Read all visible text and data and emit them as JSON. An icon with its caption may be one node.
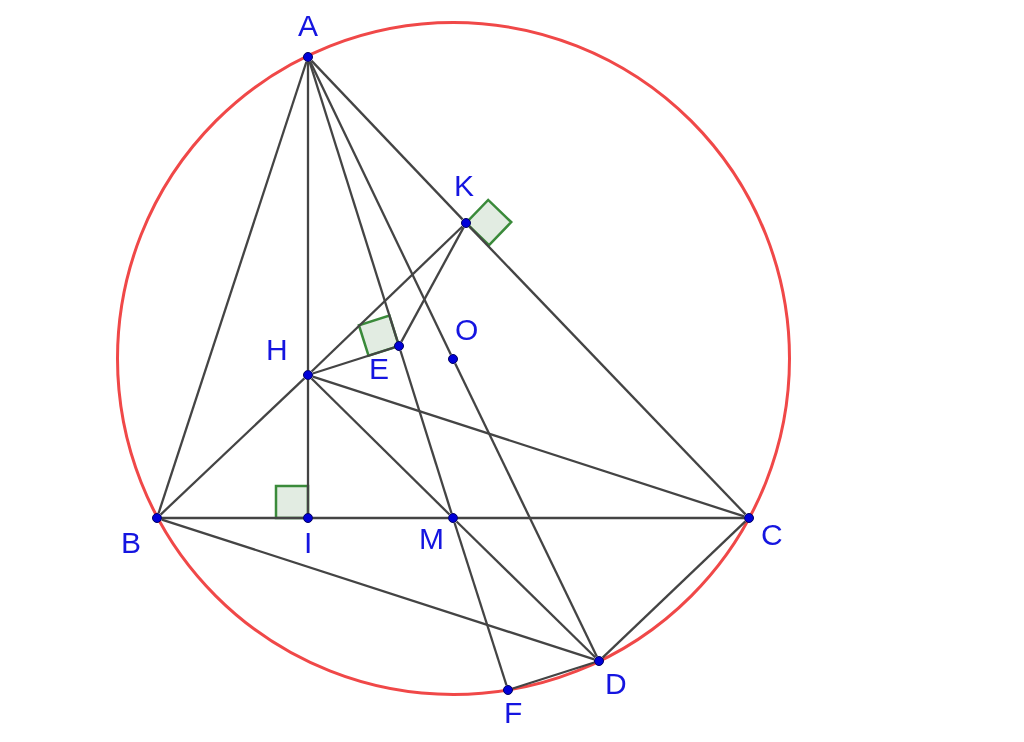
{
  "diagram": {
    "nodes": [
      {
        "text": [
          "A"
        ]
      },
      {
        "text": [
          "K"
        ]
      },
      {
        "text": [
          "O"
        ]
      },
      {
        "text": [
          "H"
        ]
      },
      {
        "text": [
          "E"
        ]
      },
      {
        "text": [
          "B"
        ]
      },
      {
        "text": [
          "I"
        ]
      },
      {
        "text": [
          "M"
        ]
      },
      {
        "text": [
          "C"
        ]
      },
      {
        "text": [
          "D"
        ]
      },
      {
        "text": [
          "F"
        ]
      }
    ],
    "edges": [
      {
        "from": 0,
        "to": 5,
        "arrow": "none"
      },
      {
        "from": 0,
        "to": 1,
        "arrow": "none"
      },
      {
        "from": 1,
        "to": 8,
        "arrow": "none"
      },
      {
        "from": 0,
        "to": 3,
        "arrow": "none"
      },
      {
        "from": 3,
        "to": 6,
        "arrow": "none"
      },
      {
        "from": 0,
        "to": 4,
        "arrow": "none"
      },
      {
        "from": 4,
        "to": 7,
        "arrow": "none"
      },
      {
        "from": 7,
        "to": 10,
        "arrow": "none"
      },
      {
        "from": 0,
        "to": 2,
        "arrow": "none"
      },
      {
        "from": 2,
        "to": 9,
        "arrow": "none"
      },
      {
        "from": 5,
        "to": 3,
        "arrow": "none"
      },
      {
        "from": 3,
        "to": 1,
        "arrow": "none"
      },
      {
        "from": 3,
        "to": 4,
        "arrow": "none"
      },
      {
        "from": 4,
        "to": 1,
        "arrow": "none"
      },
      {
        "from": 3,
        "to": 7,
        "arrow": "none"
      },
      {
        "from": 7,
        "to": 9,
        "arrow": "none"
      },
      {
        "from": 3,
        "to": 8,
        "arrow": "none"
      },
      {
        "from": 5,
        "to": 6,
        "arrow": "none"
      },
      {
        "from": 6,
        "to": 7,
        "arrow": "none"
      },
      {
        "from": 7,
        "to": 8,
        "arrow": "none"
      },
      {
        "from": 5,
        "to": 9,
        "arrow": "none"
      },
      {
        "from": 8,
        "to": 9,
        "arrow": "none"
      },
      {
        "from": 10,
        "to": 9,
        "arrow": "none"
      }
    ]
  }
}
